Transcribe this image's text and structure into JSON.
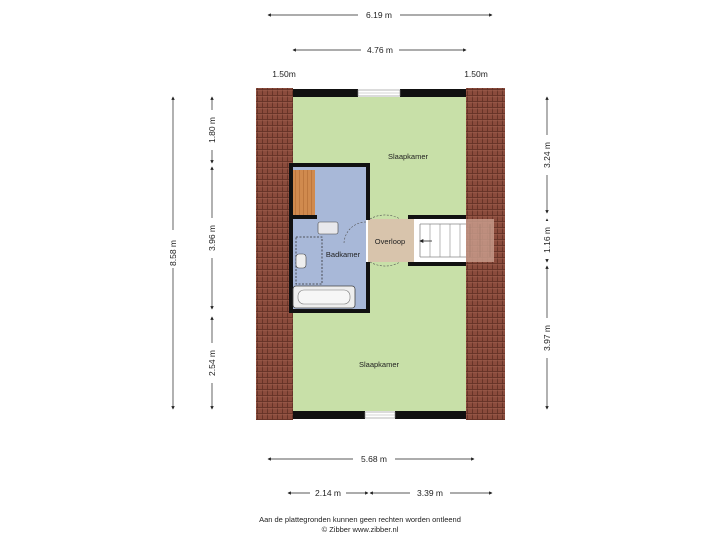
{
  "dimensions": {
    "top_total": "6.19 m",
    "top_inner": "4.76 m",
    "roof_left": "1.50m",
    "roof_right": "1.50m",
    "left_total": "8.58 m",
    "left_top": "1.80 m",
    "left_mid": "3.96 m",
    "left_bottom": "2.54 m",
    "right_top": "3.24 m",
    "right_mid": "1.16 m",
    "right_bottom": "3.97 m",
    "bottom_total": "5.68 m",
    "bottom_left": "2.14 m",
    "bottom_right": "3.39 m"
  },
  "rooms": {
    "bedroom_top": "Slaapkamer",
    "bathroom": "Badkamer",
    "landing": "Overloop",
    "bedroom_bottom": "Slaapkamer"
  },
  "footer": {
    "line1": "Aan de plattegronden kunnen geen rechten worden ontleend",
    "line2": "© Zibber www.zibber.nl"
  }
}
